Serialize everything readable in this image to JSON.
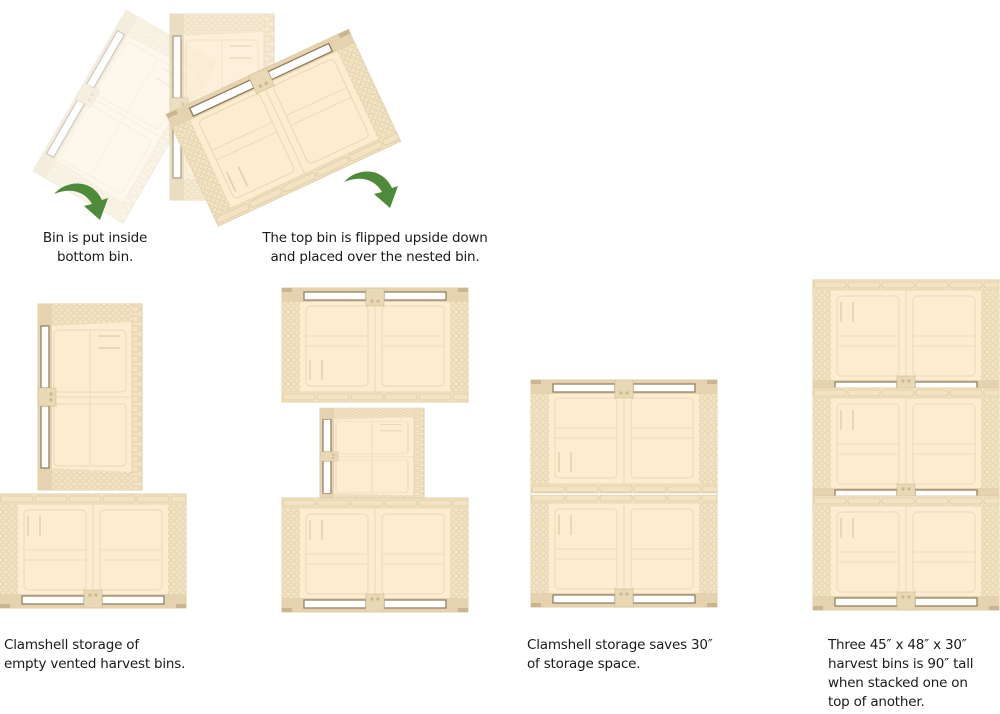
{
  "colors": {
    "bin_fill": "#fcecd0",
    "bin_edge": "#e2d2af",
    "bin_dark": "#8c7a5c",
    "bin_pattern": "#e8d9b8",
    "arrow": "#4e8a3a",
    "text": "#1a1a1a",
    "background": "#ffffff"
  },
  "steps": {
    "nest": {
      "arrow_icon": "curved-arrow-down-right",
      "caption_lines": [
        "Bin is put inside",
        "bottom bin."
      ]
    },
    "flip": {
      "arrow_icon": "curved-arrow-down-right",
      "caption_lines": [
        "The top bin is flipped upside down",
        "and placed over the nested bin."
      ]
    }
  },
  "panels": [
    {
      "id": "clamshell-empty",
      "caption_lines": [
        "Clamshell storage of",
        "empty vented harvest bins."
      ]
    },
    {
      "id": "flipped-over-nested",
      "caption_lines": []
    },
    {
      "id": "clamshell-saves",
      "caption_lines": [
        "Clamshell storage saves 30″",
        "of storage space."
      ]
    },
    {
      "id": "stacked-three",
      "caption_lines": [
        "Three 45″ x 48″ x 30″",
        "harvest bins is 90″ tall",
        "when stacked one on",
        "top of another."
      ]
    }
  ]
}
